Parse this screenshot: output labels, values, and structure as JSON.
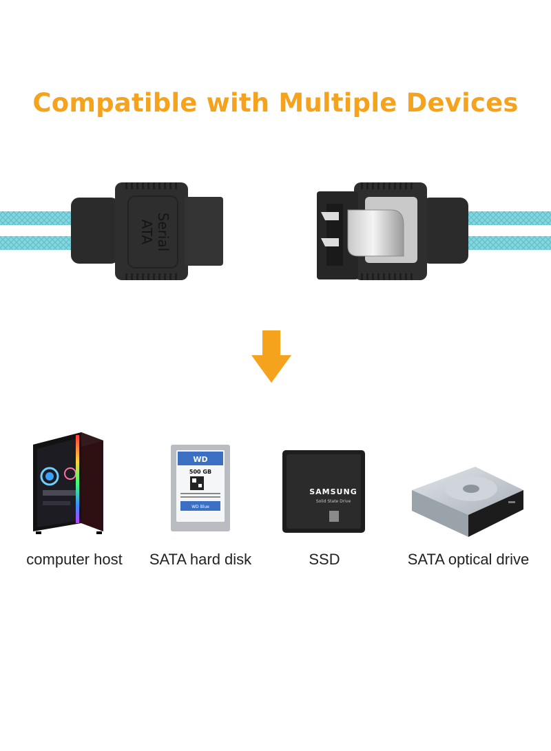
{
  "title": "Compatible with Multiple Devices",
  "connector_text": {
    "line1": "Serial",
    "line2": "ATA"
  },
  "devices": [
    {
      "label": "computer host",
      "icon": "computer-case-icon"
    },
    {
      "label": "SATA hard disk",
      "icon": "hard-disk-icon"
    },
    {
      "label": "SSD",
      "icon": "ssd-icon"
    },
    {
      "label": "SATA optical drive",
      "icon": "optical-drive-icon"
    }
  ],
  "hdd_label": {
    "brand": "WD",
    "capacity": "500 GB",
    "series": "WD Blue"
  },
  "ssd_label": {
    "brand": "SAMSUNG",
    "sub": "Solid State Drive"
  },
  "colors": {
    "accent": "#F5A21D",
    "cable": "#7FD3DC",
    "connector": "#2E2E2E"
  }
}
